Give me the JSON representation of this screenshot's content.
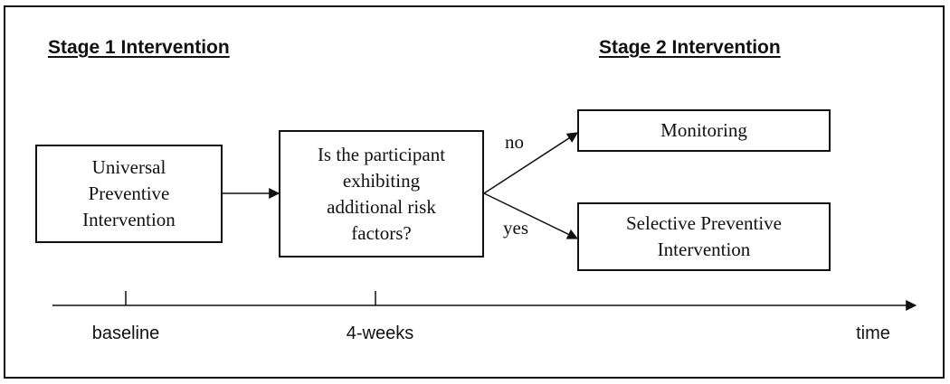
{
  "headings": {
    "stage1": "Stage 1 Intervention",
    "stage2": "Stage 2 Intervention"
  },
  "boxes": {
    "universal": [
      "Universal",
      "Preventive",
      "Intervention"
    ],
    "question": [
      "Is the participant",
      "exhibiting",
      "additional risk",
      "factors?"
    ],
    "monitoring": [
      "Monitoring"
    ],
    "selective": [
      "Selective Preventive",
      "Intervention"
    ]
  },
  "branches": {
    "no": "no",
    "yes": "yes"
  },
  "timeline": {
    "ticks": [
      "baseline",
      "4-weeks"
    ],
    "end_label": "time"
  }
}
